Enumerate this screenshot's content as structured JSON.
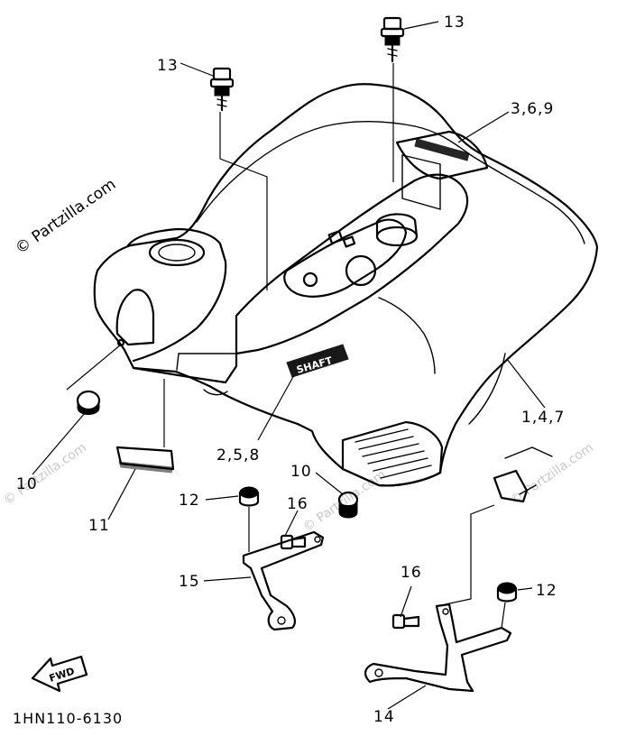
{
  "watermark": {
    "main": "© Partzilla.com",
    "faint": "© Partzilla.com"
  },
  "part_stamps": {
    "shaft": "SHAFT",
    "fwd": "FWD"
  },
  "diagram_code": "1HN110-6130",
  "callouts": {
    "c13_left": "13",
    "c13_right": "13",
    "c369": "3,6,9",
    "c147": "1,4,7",
    "c258": "2,5,8",
    "c10_left": "10",
    "c10_mid": "10",
    "c11": "11",
    "c12_left": "12",
    "c12_right": "12",
    "c16_left": "16",
    "c16_right": "16",
    "c15": "15",
    "c14": "14"
  }
}
